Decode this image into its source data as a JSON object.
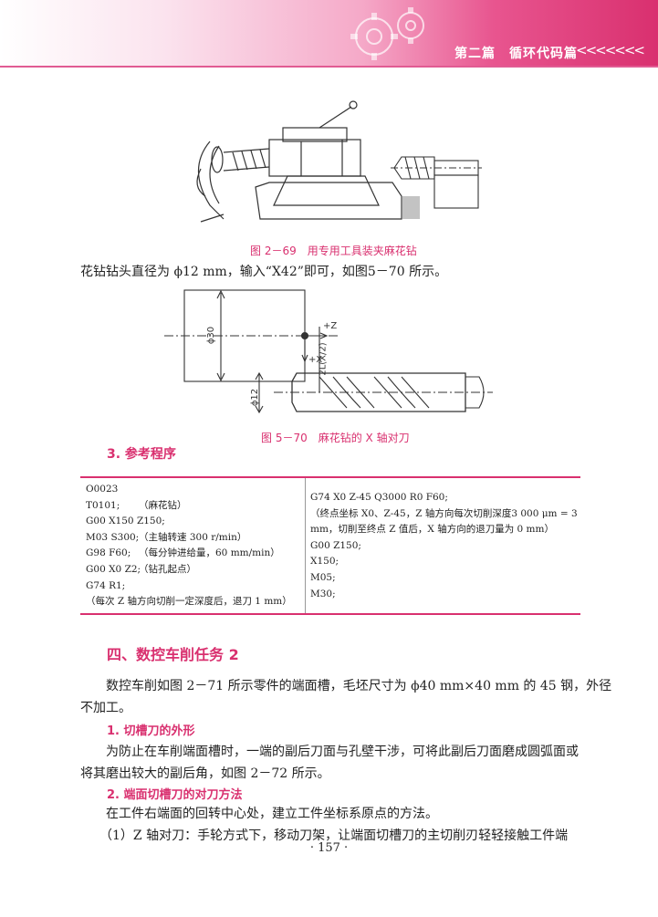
{
  "header": {
    "title": "第二篇　循环代码篇",
    "chevrons": "<<<<<<<",
    "accent": "#d9306f"
  },
  "figure1": {
    "caption": "图 2－69　用专用工具装夹麻花钻"
  },
  "para1": "花钻钻头直径为 ϕ12 mm，输入“X42”即可，如图5－70 所示。",
  "figure2": {
    "caption": "图 5－70　麻花钻的 X 轴对刀",
    "labels": {
      "phi30": "ϕ30",
      "phi12": "ϕ12",
      "plusZ": "+Z",
      "plusX": "+X",
      "twoL": "2L(X/2)"
    }
  },
  "section3": {
    "title": "3.  参考程序"
  },
  "program": {
    "left": [
      {
        "code": "O0023",
        "note": ""
      },
      {
        "code": "T0101;",
        "note": "（麻花钻）"
      },
      {
        "code": "G00 X150 Z150;",
        "note": ""
      },
      {
        "code": "M03 S300;",
        "note": "（主轴转速 300 r/min）"
      },
      {
        "code": "G98 F60;",
        "note": "（每分钟进给量，60 mm/min）"
      },
      {
        "code": "G00 X0 Z2;",
        "note": "（钻孔起点）"
      },
      {
        "code": "G74 R1;",
        "note": ""
      },
      {
        "code": "（每次 Z 轴方向切削一定深度后，退刀 1 mm）",
        "note": ""
      }
    ],
    "right": [
      "G74 X0 Z-45 Q3000 R0 F60;",
      "（终点坐标 X0、Z-45，Z 轴方向每次切削深度3 000 μm = 3",
      "mm，切削至终点 Z 值后，X 轴方向的退刀量为 0 mm）",
      "G00 Z150;",
      "X150;",
      "M05;",
      "M30;"
    ]
  },
  "section4": {
    "title": "四、数控车削任务 2"
  },
  "para2": [
    "　　数控车削如图 2－71 所示零件的端面槽，毛坯尺寸为 ϕ40 mm×40 mm 的 45 钢，外径",
    "不加工。"
  ],
  "sub1": {
    "title": "1.  切槽刀的外形"
  },
  "para3": [
    "　　为防止在车削端面槽时，一端的副后刀面与孔壁干涉，可将此副后刀面磨成圆弧面或",
    "将其磨出较大的副后角，如图 2－72 所示。"
  ],
  "sub2": {
    "title": "2.  端面切槽刀的对刀方法"
  },
  "para4": [
    "　　在工件右端面的回转中心处，建立工件坐标系原点的方法。",
    "　　（1）Z 轴对刀：手轮方式下，移动刀架，让端面切槽刀的主切削刃轻轻接触工件端"
  ],
  "page": {
    "number": "157"
  }
}
